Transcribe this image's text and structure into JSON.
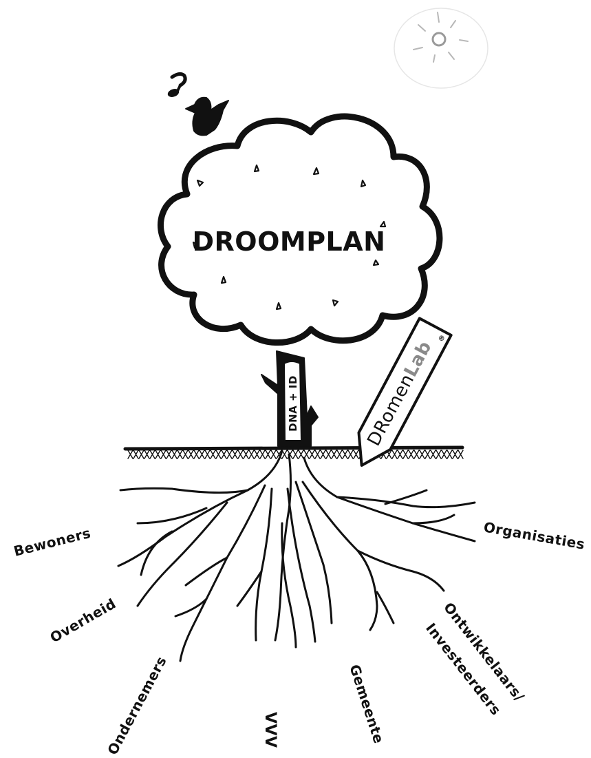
{
  "tree": {
    "crown_label": "DROOMPLAN",
    "trunk_label": "DNA + ID"
  },
  "stake": {
    "label_main": "DRomen",
    "label_lab": "Lab",
    "registered_mark": "®"
  },
  "roots": {
    "labels": [
      "Bewoners",
      "Overheid",
      "Ondernemers",
      "VVV",
      "Gemeente",
      "Ontwikkelaars/",
      "Investeerders",
      "Organisaties"
    ]
  },
  "icons": [
    "sun-icon",
    "bird-icon",
    "music-note-icon"
  ],
  "colors": {
    "ink": "#111111",
    "paper": "#ffffff",
    "faint": "#bbbbbb"
  }
}
